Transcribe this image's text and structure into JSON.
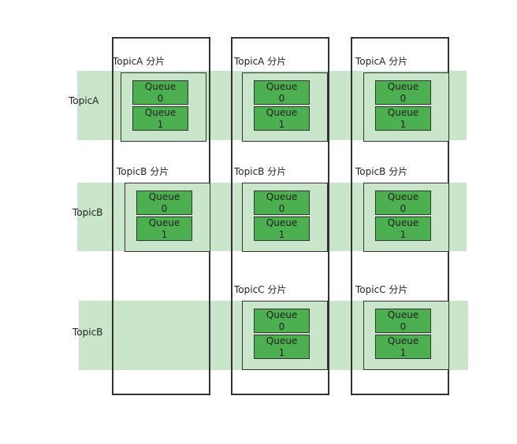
{
  "rows": [
    {
      "label": "TopicA",
      "shards": [
        {
          "label": "TopicA 分片",
          "queues": [
            {
              "name": "Queue",
              "id": "0"
            },
            {
              "name": "Queue",
              "id": "1"
            }
          ]
        },
        {
          "label": "TopicA 分片",
          "queues": [
            {
              "name": "Queue",
              "id": "0"
            },
            {
              "name": "Queue",
              "id": "1"
            }
          ]
        },
        {
          "label": "TopicA 分片",
          "queues": [
            {
              "name": "Queue",
              "id": "0"
            },
            {
              "name": "Queue",
              "id": "1"
            }
          ]
        }
      ]
    },
    {
      "label": "TopicB",
      "shards": [
        {
          "label": "TopicB 分片",
          "queues": [
            {
              "name": "Queue",
              "id": "0"
            },
            {
              "name": "Queue",
              "id": "1"
            }
          ]
        },
        {
          "label": "TopicB 分片",
          "queues": [
            {
              "name": "Queue",
              "id": "0"
            },
            {
              "name": "Queue",
              "id": "1"
            }
          ]
        },
        {
          "label": "TopicB 分片",
          "queues": [
            {
              "name": "Queue",
              "id": "0"
            },
            {
              "name": "Queue",
              "id": "1"
            }
          ]
        }
      ]
    },
    {
      "label": "TopicB",
      "shards": [
        {
          "label": "TopicC 分片",
          "queues": [
            {
              "name": "Queue",
              "id": "0"
            },
            {
              "name": "Queue",
              "id": "1"
            }
          ]
        },
        {
          "label": "TopicC 分片",
          "queues": [
            {
              "name": "Queue",
              "id": "0"
            },
            {
              "name": "Queue",
              "id": "1"
            }
          ]
        }
      ]
    }
  ],
  "colors": {
    "band": "#c9e6cb",
    "queue": "#4caf50",
    "border": "#333333"
  }
}
